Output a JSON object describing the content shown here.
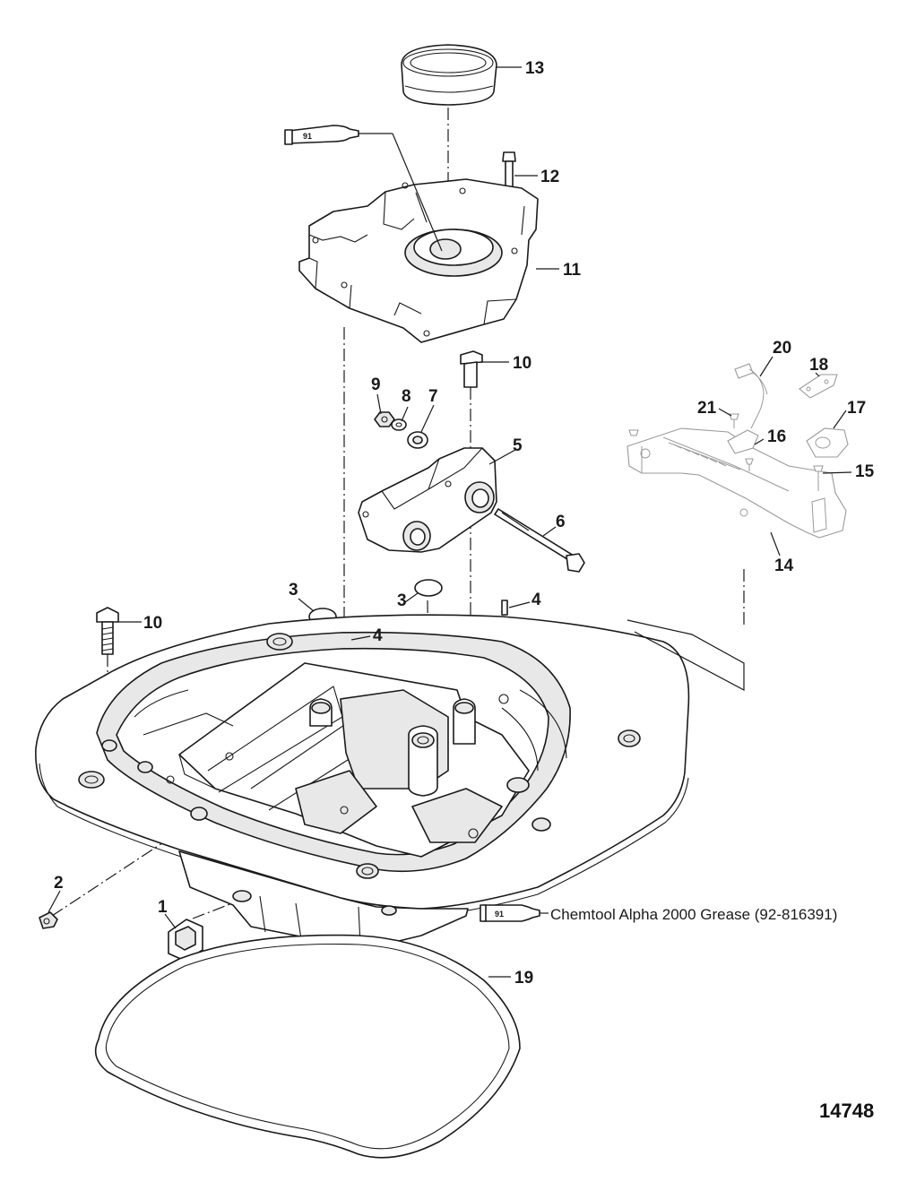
{
  "callouts": [
    {
      "id": "13",
      "label": "13"
    },
    {
      "id": "12",
      "label": "12"
    },
    {
      "id": "11",
      "label": "11"
    },
    {
      "id": "10a",
      "label": "10"
    },
    {
      "id": "9",
      "label": "9"
    },
    {
      "id": "8",
      "label": "8"
    },
    {
      "id": "7",
      "label": "7"
    },
    {
      "id": "5",
      "label": "5"
    },
    {
      "id": "6",
      "label": "6"
    },
    {
      "id": "20",
      "label": "20"
    },
    {
      "id": "18",
      "label": "18"
    },
    {
      "id": "21",
      "label": "21"
    },
    {
      "id": "17",
      "label": "17"
    },
    {
      "id": "16",
      "label": "16"
    },
    {
      "id": "15",
      "label": "15"
    },
    {
      "id": "14",
      "label": "14"
    },
    {
      "id": "3a",
      "label": "3"
    },
    {
      "id": "3b",
      "label": "3"
    },
    {
      "id": "4a",
      "label": "4"
    },
    {
      "id": "4b",
      "label": "4"
    },
    {
      "id": "10b",
      "label": "10"
    },
    {
      "id": "2",
      "label": "2"
    },
    {
      "id": "1",
      "label": "1"
    },
    {
      "id": "19",
      "label": "19"
    }
  ],
  "grease_tube_label": "91",
  "grease_note": "Chemtool Alpha 2000 Grease (92-816391)",
  "figure_number": "14748"
}
